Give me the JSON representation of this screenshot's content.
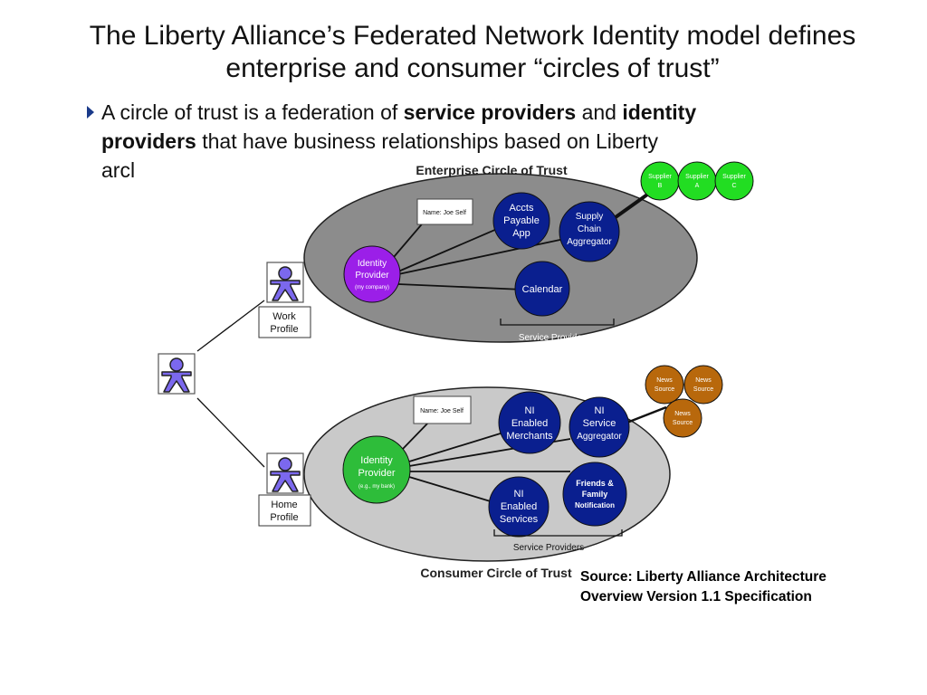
{
  "title": {
    "line1": "The Liberty Alliance’s Federated Network Identity model defines",
    "line2": "enterprise and consumer “circles of trust”"
  },
  "bullet": {
    "part1": "A circle of trust is a federation of ",
    "bold1": "service providers",
    "part2": " and ",
    "bold2": "identity",
    "bold3": "providers",
    "part3": " that have business relationships based on Liberty",
    "part4": "arcl"
  },
  "diagram": {
    "enterprise": {
      "title": "Enterprise Circle of Trust",
      "idp_line1": "Identity",
      "idp_line2": "Provider",
      "idp_sub": "(my company)",
      "name_tag": "Name: Joe Self",
      "accts_line1": "Accts",
      "accts_line2": "Payable",
      "accts_line3": "App",
      "supply_line1": "Supply",
      "supply_line2": "Chain",
      "supply_line3": "Aggregator",
      "calendar": "Calendar",
      "service_providers": "Service Providers",
      "suppliers": [
        {
          "line1": "Supplier",
          "line2": "B"
        },
        {
          "line1": "Supplier",
          "line2": "A"
        },
        {
          "line1": "Supplier",
          "line2": "C"
        }
      ]
    },
    "consumer": {
      "title": "Consumer Circle of Trust",
      "idp_line1": "Identity",
      "idp_line2": "Provider",
      "idp_sub": "(e.g., my bank)",
      "name_tag": "Name: Joe Self",
      "merchants_line1": "NI",
      "merchants_line2": "Enabled",
      "merchants_line3": "Merchants",
      "aggregator_line1": "NI",
      "aggregator_line2": "Service",
      "aggregator_line3": "Aggregator",
      "services_line1": "NI",
      "services_line2": "Enabled",
      "services_line3": "Services",
      "friends_line1": "Friends &",
      "friends_line2": "Family",
      "friends_line3": "Notification",
      "service_providers": "Service Providers",
      "news_sources": [
        {
          "line1": "News",
          "line2": "Source"
        },
        {
          "line1": "News",
          "line2": "Source"
        },
        {
          "line1": "News",
          "line2": "Source"
        }
      ]
    },
    "work_profile_line1": "Work",
    "work_profile_line2": "Profile",
    "home_profile_line1": "Home",
    "home_profile_line2": "Profile"
  },
  "source": {
    "line1": "Source: Liberty Alliance Architecture",
    "line2": "Overview Version 1.1 Specification"
  },
  "colors": {
    "ellipse": "#8c8c8c",
    "ellipse_consumer": "#c9c9c9",
    "navy": "#0a1f8f",
    "purple": "#9b1fe8",
    "green_idp": "#2ebd3a",
    "supplier_green": "#22dd22",
    "news_brown": "#b8680c",
    "person": "#7b68ee"
  }
}
